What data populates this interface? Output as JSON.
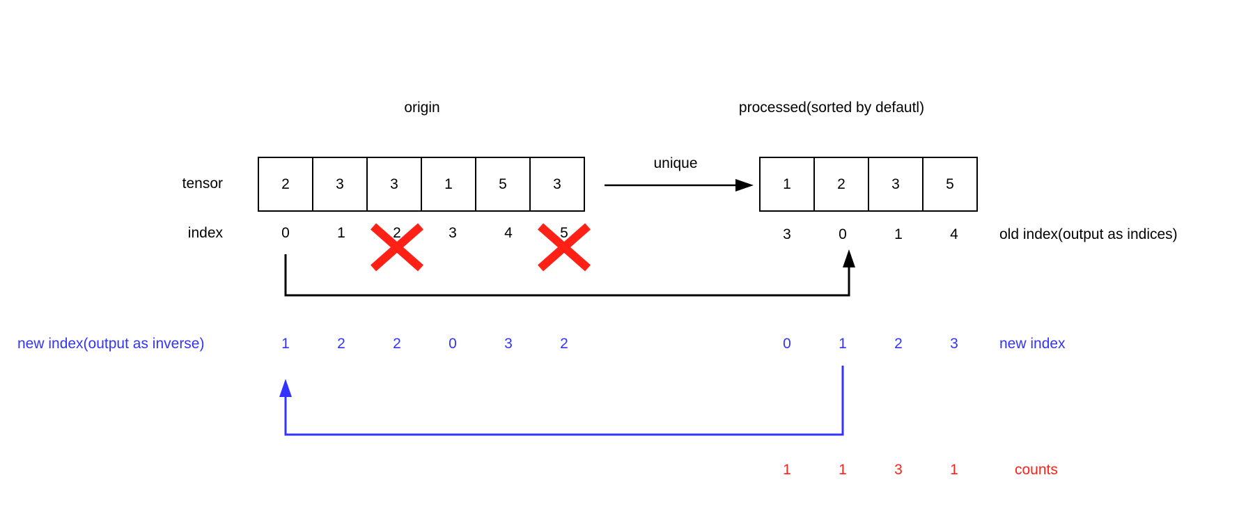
{
  "titles": {
    "origin": "origin",
    "processed": "processed(sorted by defautl)"
  },
  "labels": {
    "tensor": "tensor",
    "index": "index",
    "unique": "unique",
    "old_index": "old index(output as indices)",
    "new_index_inverse": "new index(output as inverse)",
    "new_index": "new index",
    "counts": "counts"
  },
  "origin": {
    "values": [
      "2",
      "3",
      "3",
      "1",
      "5",
      "3"
    ],
    "indices": [
      "0",
      "1",
      "2",
      "3",
      "4",
      "5"
    ],
    "crossed_out_indices": [
      2,
      5
    ],
    "inverse": [
      "1",
      "2",
      "2",
      "0",
      "3",
      "2"
    ]
  },
  "processed": {
    "values": [
      "1",
      "2",
      "3",
      "5"
    ],
    "old_indices": [
      "3",
      "0",
      "1",
      "4"
    ],
    "new_indices": [
      "0",
      "1",
      "2",
      "3"
    ],
    "counts": [
      "1",
      "1",
      "3",
      "1"
    ]
  },
  "colors": {
    "black": "#000000",
    "blue": "#3333ff",
    "red": "#ff2116",
    "background": "#ffffff"
  }
}
